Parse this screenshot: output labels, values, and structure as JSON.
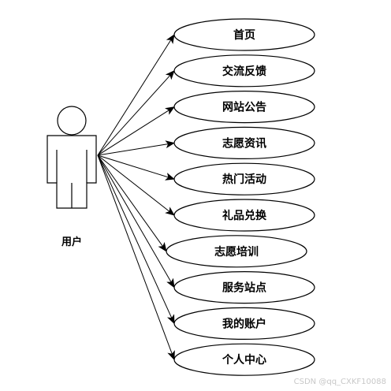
{
  "actor": {
    "label": "用户"
  },
  "use_cases": [
    {
      "label": "首页"
    },
    {
      "label": "交流反馈"
    },
    {
      "label": "网站公告"
    },
    {
      "label": "志愿资讯"
    },
    {
      "label": "热门活动"
    },
    {
      "label": "礼品兑换"
    },
    {
      "label": "志愿培训"
    },
    {
      "label": "服务站点"
    },
    {
      "label": "我的账户"
    },
    {
      "label": "个人中心"
    }
  ],
  "watermark": "CSDN @qq_CXKF10088",
  "colors": {
    "stroke": "#000000",
    "fill": "#ffffff"
  }
}
